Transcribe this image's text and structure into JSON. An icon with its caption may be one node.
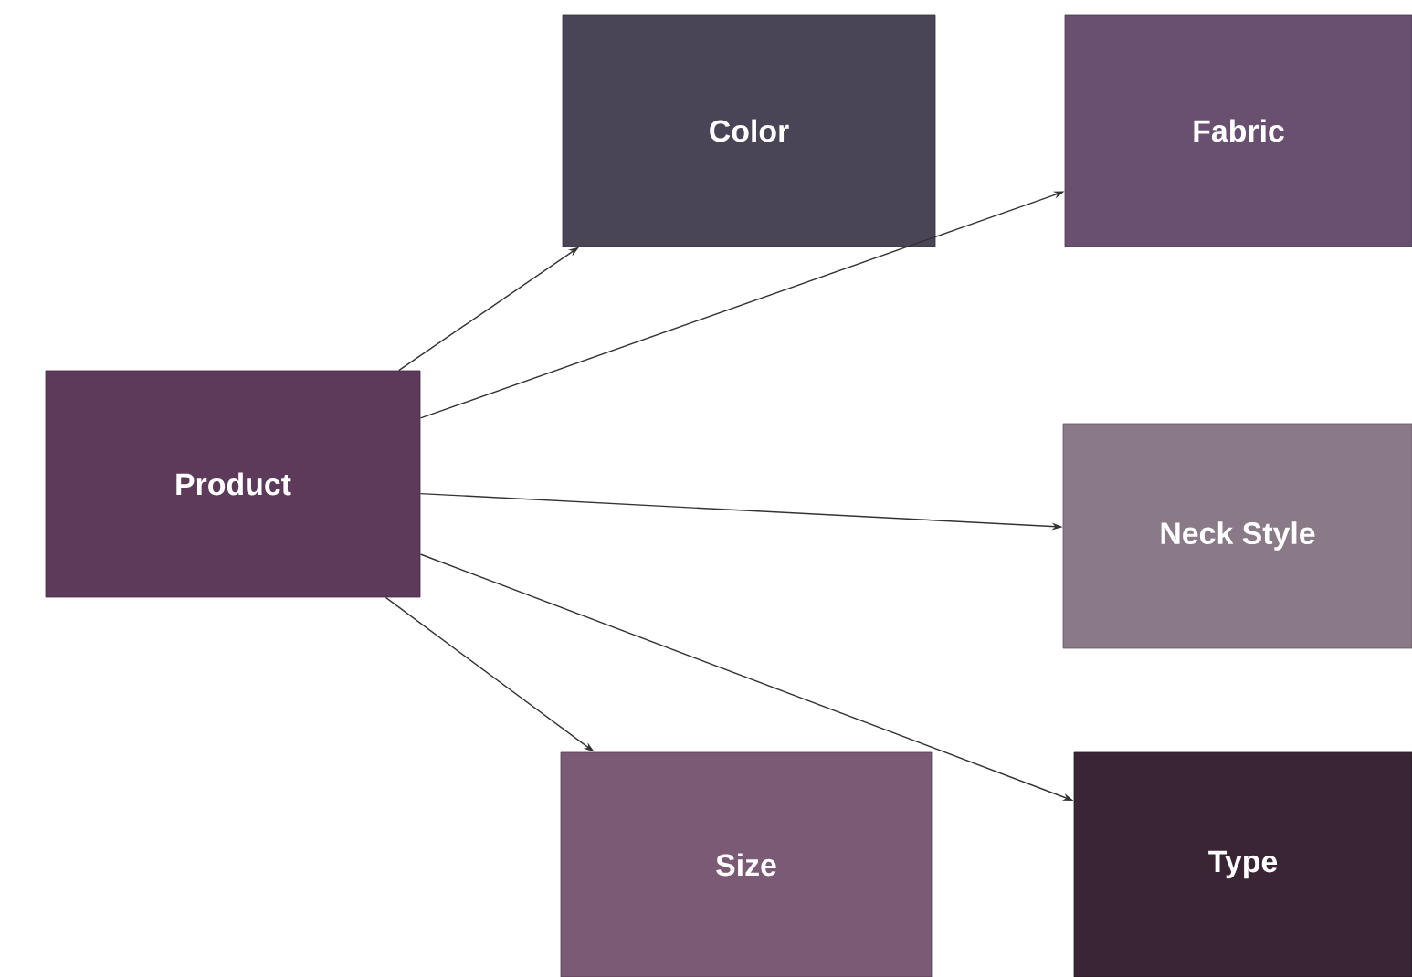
{
  "diagram": {
    "nodes": [
      {
        "text": [
          "Product"
        ]
      },
      {
        "text": [
          "Color"
        ]
      },
      {
        "text": [
          "Fabric"
        ]
      },
      {
        "text": [
          "Neck Style"
        ]
      },
      {
        "text": [
          "Size"
        ]
      },
      {
        "text": [
          "Type"
        ]
      }
    ],
    "edges": [
      {
        "from": 0,
        "to": 1,
        "arrow": "to"
      },
      {
        "from": 0,
        "to": 2,
        "arrow": "to"
      },
      {
        "from": 0,
        "to": 3,
        "arrow": "to"
      },
      {
        "from": 0,
        "to": 4,
        "arrow": "to"
      },
      {
        "from": 0,
        "to": 5,
        "arrow": "to"
      }
    ]
  }
}
